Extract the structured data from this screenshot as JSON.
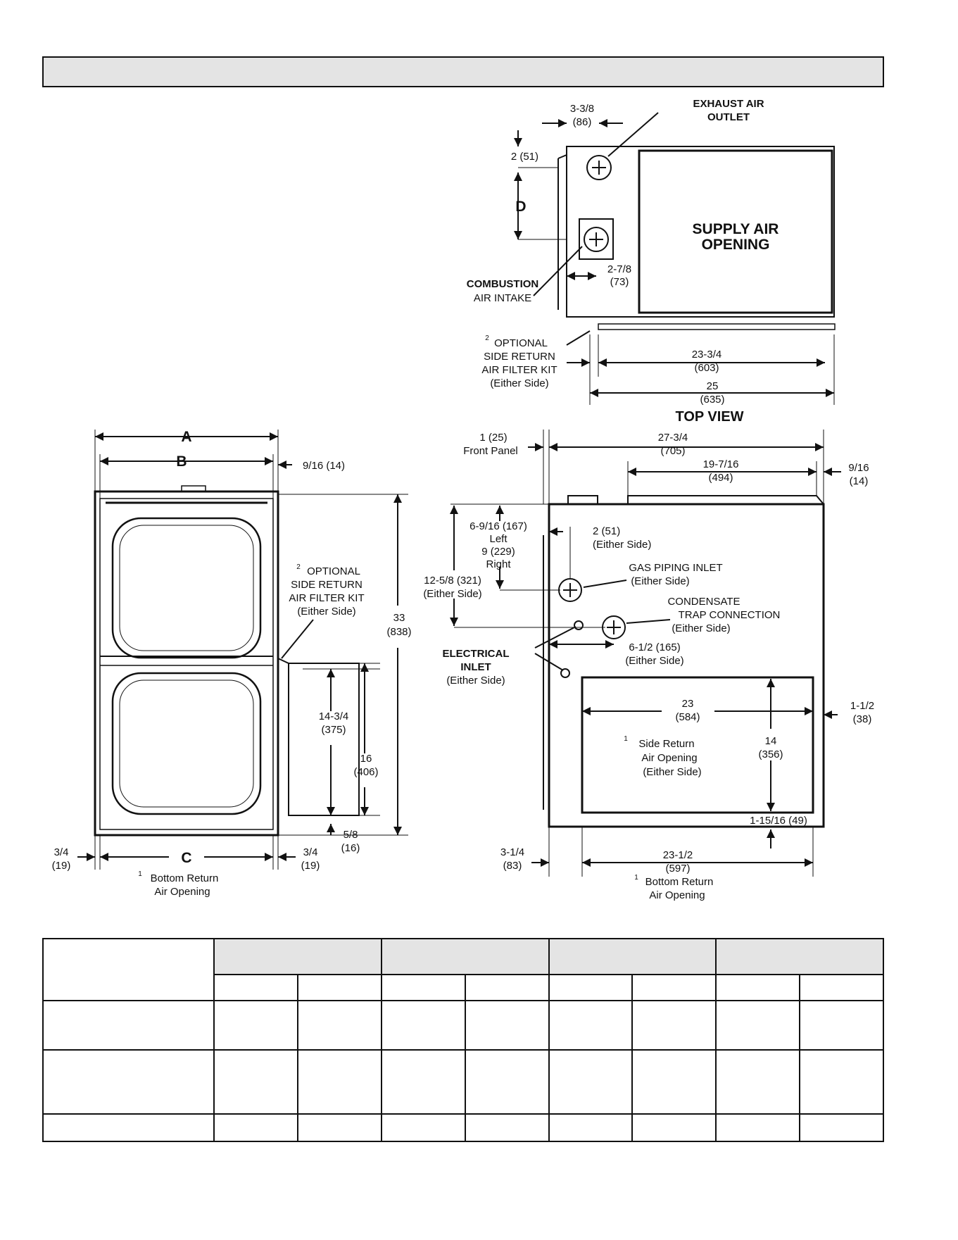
{
  "top_view": {
    "title": "TOP VIEW",
    "exhaust": [
      "EXHAUST AIR",
      "OUTLET"
    ],
    "supply": [
      "SUPPLY AIR",
      "OPENING"
    ],
    "combustion": [
      "COMBUSTION",
      "AIR INTAKE"
    ],
    "optional_kit": [
      "OPTIONAL",
      "SIDE RETURN",
      "AIR FILTER KIT",
      "(Either Side)"
    ],
    "optional_kit_note": "2",
    "dim_3_3_8": [
      "3-3/8",
      "(86)"
    ],
    "dim_2_51": "2 (51)",
    "dim_d": "D",
    "dim_2_7_8": [
      "2-7/8",
      "(73)"
    ],
    "dim_23_3_4": [
      "23-3/4",
      "(603)"
    ],
    "dim_25": [
      "25",
      "(635)"
    ]
  },
  "front_view": {
    "dim_a": "A",
    "dim_b": "B",
    "dim_c": "C",
    "dim_9_16": "9/16 (14)",
    "optional_kit": [
      "OPTIONAL",
      "SIDE RETURN",
      "AIR FILTER KIT",
      "(Either Side)"
    ],
    "optional_kit_note": "2",
    "dim_33": [
      "33",
      "(838)"
    ],
    "dim_14_3_4": [
      "14-3/4",
      "(375)"
    ],
    "dim_16": [
      "16",
      "(406)"
    ],
    "dim_5_8": [
      "5/8",
      "(16)"
    ],
    "dim_3_4_left": [
      "3/4",
      "(19)"
    ],
    "dim_3_4_right": [
      "3/4",
      "(19)"
    ],
    "bottom_return": [
      "Bottom Return",
      "Air Opening"
    ],
    "bottom_return_note": "1"
  },
  "side_view": {
    "dim_front_panel": [
      "1 (25)",
      "Front Panel"
    ],
    "dim_27_3_4": [
      "27-3/4",
      "(705)"
    ],
    "dim_19_7_16": [
      "19-7/16",
      "(494)"
    ],
    "dim_9_16": [
      "9/16",
      "(14)"
    ],
    "dim_6_9_16": [
      "6-9/16 (167)",
      "Left",
      "9 (229)",
      "Right"
    ],
    "dim_2_51": [
      "2 (51)",
      "(Either Side)"
    ],
    "gas_piping": [
      "GAS PIPING INLET",
      "(Either Side)"
    ],
    "dim_12_5_8": [
      "12-5/8 (321)",
      "(Either Side)"
    ],
    "condensate": [
      "CONDENSATE",
      "TRAP CONNECTION",
      "(Either Side)"
    ],
    "electrical": [
      "ELECTRICAL",
      "INLET",
      "(Either Side)"
    ],
    "dim_6_1_2": [
      "6-1/2 (165)",
      "(Either Side)"
    ],
    "dim_23": [
      "23",
      "(584)"
    ],
    "dim_1_1_2": [
      "1-1/2",
      "(38)"
    ],
    "dim_14": [
      "14",
      "(356)"
    ],
    "side_return": [
      "Side Return",
      "Air Opening",
      "(Either Side)"
    ],
    "side_return_note": "1",
    "dim_1_15_16": "1-15/16 (49)",
    "dim_3_1_4": [
      "3-1/4",
      "(83)"
    ],
    "dim_23_1_2": [
      "23-1/2",
      "(597)"
    ],
    "bottom_return": [
      "Bottom Return",
      "Air Opening"
    ],
    "bottom_return_note": "1"
  },
  "colors": {
    "banner": "#e4e4e4",
    "ink": "#111111"
  }
}
